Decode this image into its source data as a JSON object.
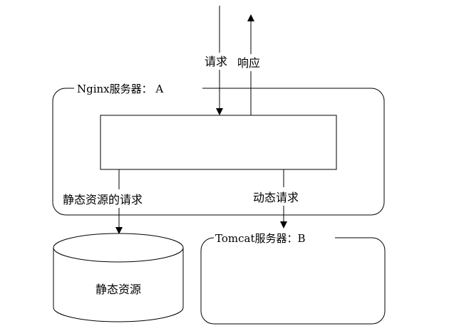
{
  "labels": {
    "request": "请求",
    "response": "响应",
    "nginx_server": "Nginx服务器：  A",
    "static_request": "静态资源的请求",
    "dynamic_request": "动态请求",
    "tomcat_server": "Tomcat服务器：B",
    "static_resource": "静态资源"
  }
}
